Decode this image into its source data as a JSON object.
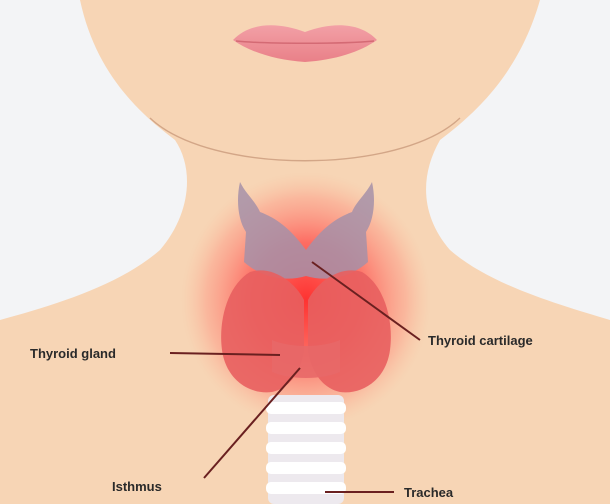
{
  "diagram": {
    "labels": {
      "thyroid_gland": "Thyroid gland",
      "thyroid_cartilage": "Thyroid cartilage",
      "isthmus": "Isthmus",
      "trachea": "Trachea"
    },
    "colors": {
      "background": "#f3f4f6",
      "skin": "#f7d5b5",
      "skin_shadow": "#e8bf9c",
      "lips": "#ee8f95",
      "inflammation": "#ff2e2e",
      "cartilage": "#a58aa6",
      "gland": "#e96a6a",
      "trachea": "#e8e4ea",
      "leader_line": "#6a2020"
    }
  }
}
